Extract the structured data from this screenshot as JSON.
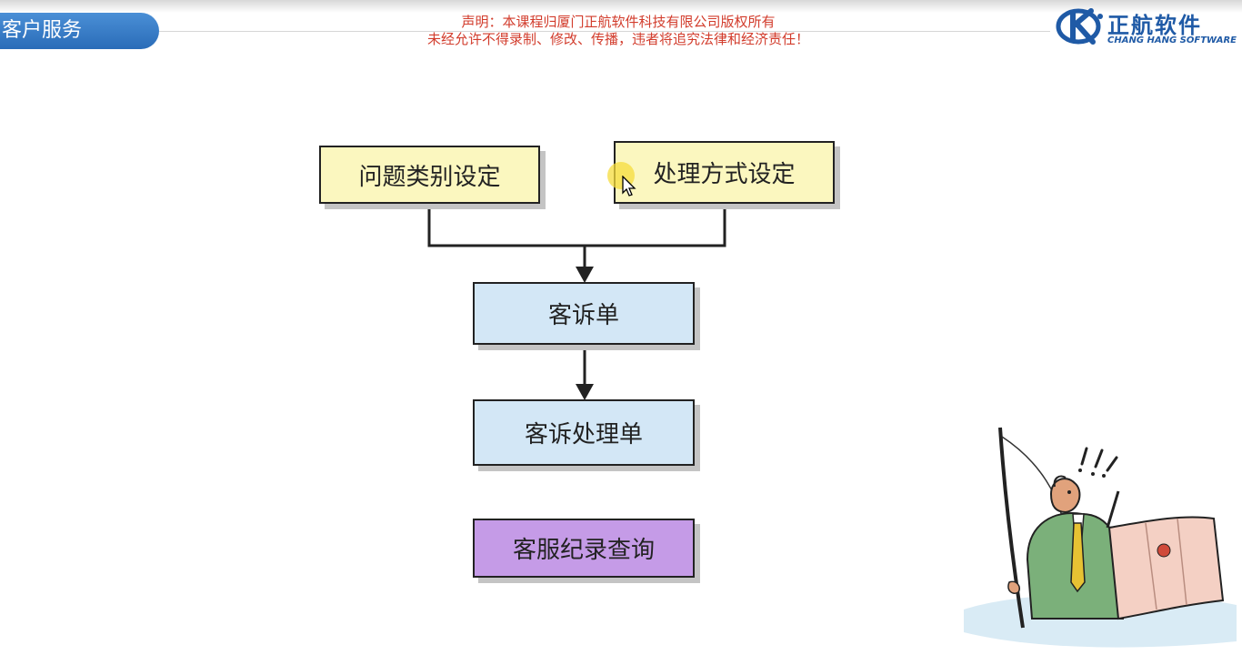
{
  "header": {
    "section_title": "客户服务",
    "disclaimer_line1": "声明：本课程归厦门正航软件科技有限公司版权所有",
    "disclaimer_line2": "未经允许不得录制、修改、传播，违者将追究法律和经济责任！",
    "logo_cn": "正航软件",
    "logo_en": "CHANG HANG SOFTWARE"
  },
  "diagram": {
    "nodes": {
      "problem_category": "问题类别设定",
      "handling_method": "处理方式设定",
      "complaint_order": "客诉单",
      "complaint_handling_order": "客诉处理单",
      "service_record_query": "客服纪录查询"
    }
  },
  "colors": {
    "pill": "#2a6cb8",
    "disclaimer": "#d23c2c",
    "logo": "#1f5aa6",
    "node_yellow": "#fbf7bf",
    "node_blue": "#d3e7f6",
    "node_purple": "#c59be7",
    "cursor_highlight": "#f5dc3c"
  },
  "icons": [
    "logo-mark-icon",
    "mouse-cursor-icon",
    "cartoon-illustration"
  ]
}
